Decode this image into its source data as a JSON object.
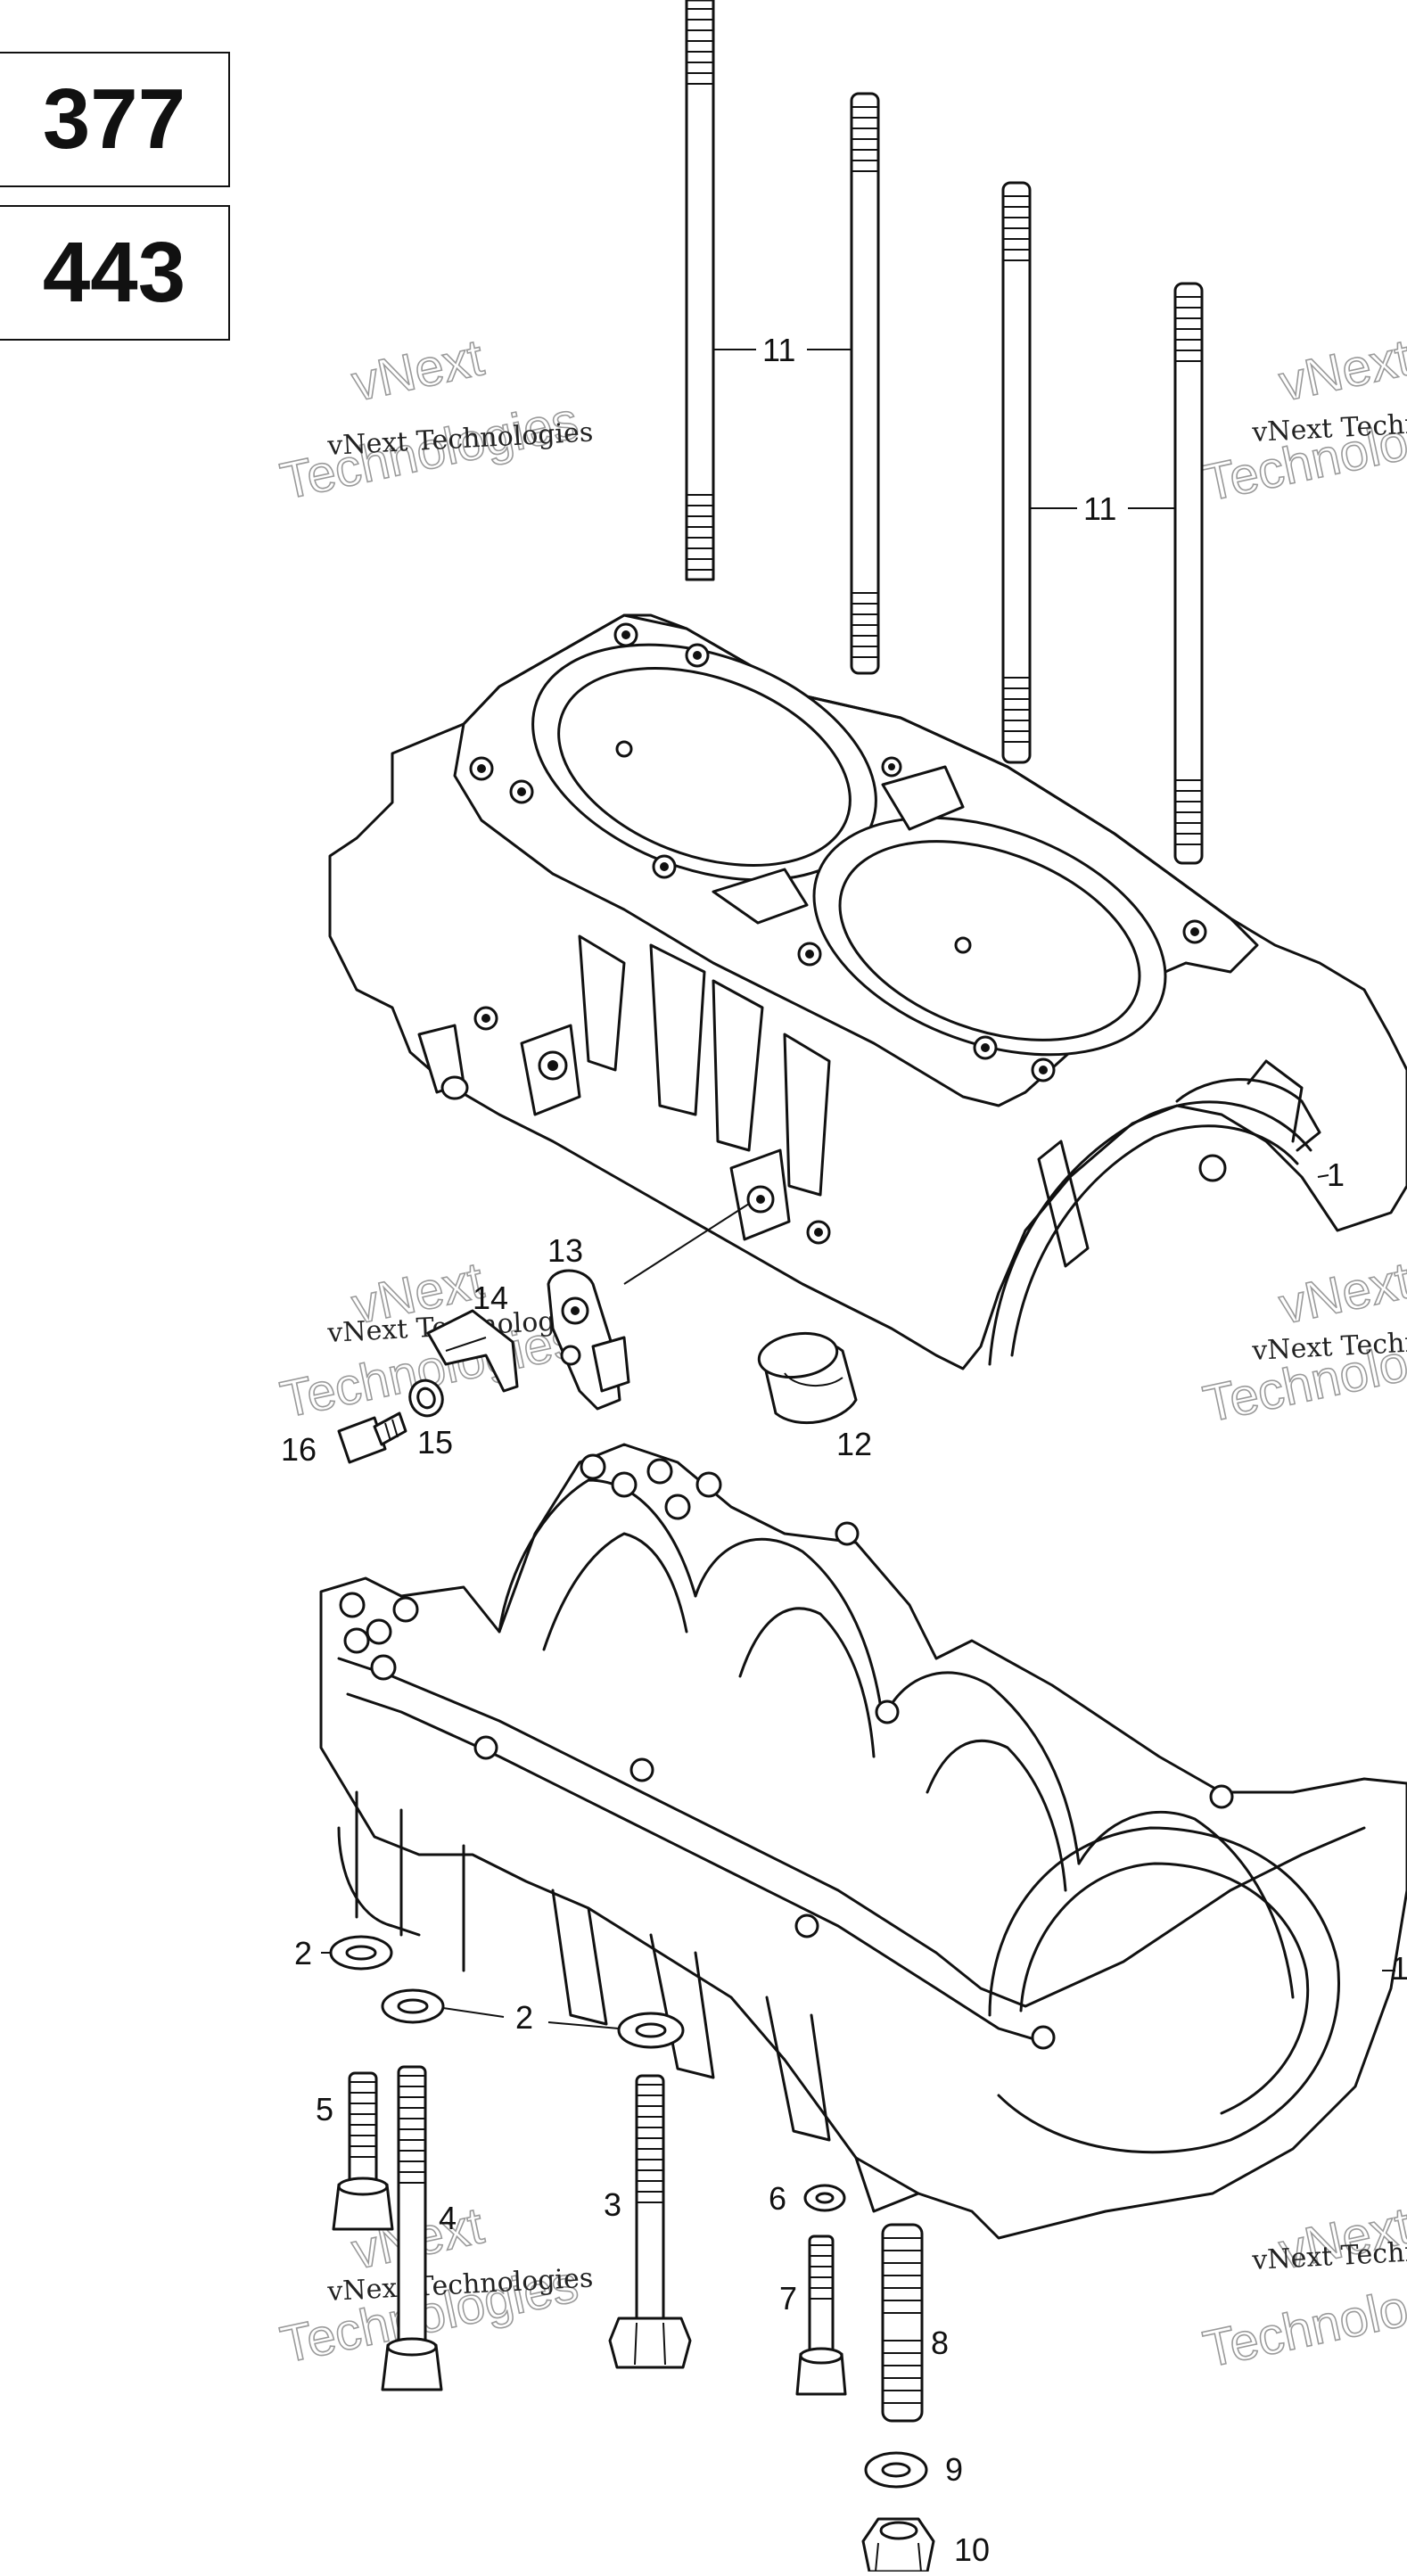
{
  "models": [
    "377",
    "443"
  ],
  "watermark": {
    "company": "vNext Technologies",
    "brand_line1": "vNext",
    "brand_line2": "Technologies"
  },
  "callouts": [
    {
      "id": "1",
      "label": "1"
    },
    {
      "id": "1b",
      "label": "1"
    },
    {
      "id": "2",
      "label": "2"
    },
    {
      "id": "2b",
      "label": "2"
    },
    {
      "id": "3",
      "label": "3"
    },
    {
      "id": "4",
      "label": "4"
    },
    {
      "id": "5",
      "label": "5"
    },
    {
      "id": "6",
      "label": "6"
    },
    {
      "id": "7",
      "label": "7"
    },
    {
      "id": "8",
      "label": "8"
    },
    {
      "id": "9",
      "label": "9"
    },
    {
      "id": "10",
      "label": "10"
    },
    {
      "id": "11",
      "label": "11"
    },
    {
      "id": "11b",
      "label": "11"
    },
    {
      "id": "12",
      "label": "12"
    },
    {
      "id": "13",
      "label": "13"
    },
    {
      "id": "14",
      "label": "14"
    },
    {
      "id": "15",
      "label": "15"
    },
    {
      "id": "16",
      "label": "16"
    }
  ]
}
